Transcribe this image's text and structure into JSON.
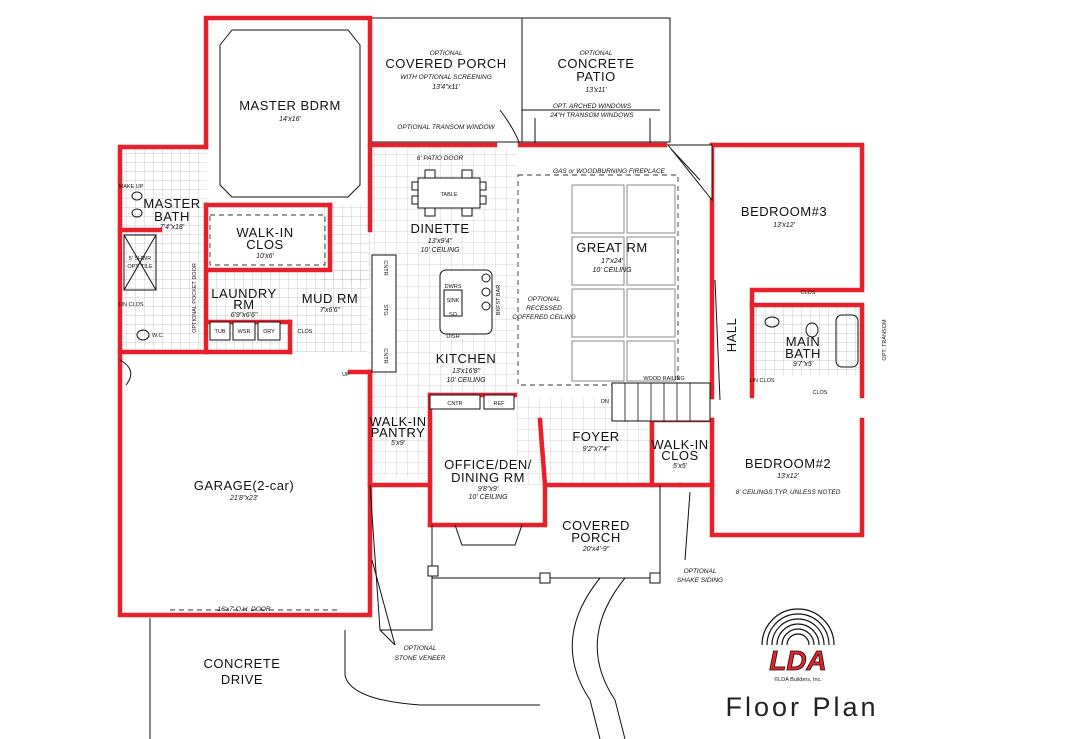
{
  "rooms": {
    "master_bdrm": {
      "name": "MASTER BDRM",
      "dim": "14'x16'"
    },
    "covered_porch_rear": {
      "opt": "OPTIONAL",
      "name": "COVERED PORCH",
      "note": "WITH OPTIONAL SCREENING",
      "dim": "13'4\"x11'"
    },
    "concrete_patio": {
      "opt": "OPTIONAL",
      "name1": "CONCRETE",
      "name2": "PATIO",
      "dim": "13'x11'"
    },
    "master_bath": {
      "name1": "MASTER",
      "name2": "BATH",
      "dim": "7'4\"x18'"
    },
    "walk_in_clos_master": {
      "name1": "WALK-IN",
      "name2": "CLOS",
      "dim": "10'x6'"
    },
    "dinette": {
      "name": "DINETTE",
      "dim": "13'x9'4\"",
      "ceiling": "10' CEILING"
    },
    "great_rm": {
      "name": "GREAT RM",
      "dim": "17'x24'",
      "ceiling": "10' CEILING"
    },
    "bedroom3": {
      "name": "BEDROOM#3",
      "dim": "13'x12'"
    },
    "laundry": {
      "name1": "LAUNDRY",
      "name2": "RM",
      "dim": "6'9\"x6'6\""
    },
    "mud_rm": {
      "name": "MUD RM",
      "dim": "7'x6'6\""
    },
    "kitchen": {
      "name": "KITCHEN",
      "dim": "13'x16'8\"",
      "ceiling": "10' CEILING"
    },
    "main_bath": {
      "name1": "MAIN",
      "name2": "BATH",
      "dim": "9'7\"x5'"
    },
    "walk_in_pantry": {
      "name1": "WALK-IN",
      "name2": "PANTRY",
      "dim": "5'x9'"
    },
    "foyer": {
      "name": "FOYER",
      "dim": "9'2\"x7'4\""
    },
    "walk_in_clos_foyer": {
      "name1": "WALK-IN",
      "name2": "CLOS",
      "dim": "5'x5'"
    },
    "garage": {
      "name": "GARAGE(2-car)",
      "dim": "21'8\"x23'"
    },
    "office": {
      "name1": "OFFICE/DEN/",
      "name2": "DINING RM",
      "dim": "9'8\"x9'",
      "ceiling": "10' CEILING"
    },
    "bedroom2": {
      "name": "BEDROOM#2",
      "dim": "13'x12'"
    },
    "covered_porch_front": {
      "name1": "COVERED",
      "name2": "PORCH",
      "dim": "20'x4'-9\""
    },
    "concrete_drive": {
      "name1": "CONCRETE",
      "name2": "DRIVE"
    }
  },
  "notes": {
    "transom_window": "OPTIONAL TRANSOM WINDOW",
    "arched_windows_1": "OPT. ARCHED WINDOWS",
    "arched_windows_2": "24\"H TRANSOM WINDOWS",
    "patio_door": "6' PATIO DOOR",
    "table": "TABLE",
    "fireplace": "GAS or WOODBURNING FIREPLACE",
    "make_up": "MAKE UP",
    "shower": "5' SHWR",
    "opt_tile": "OPT. TILE",
    "lin_clos": "LIN CLOS",
    "wc": "W.C.",
    "pocket_door": "OPTIONAL POCKET DOOR",
    "tub": "TUB",
    "wsr": "WSR",
    "dry": "DRY",
    "clos": "CLOS",
    "up": "UP",
    "cntr": "CNTR",
    "stg": "STG",
    "dwrs": "DWRS",
    "sink": "SINK",
    "so": "SO",
    "dish": "DISH",
    "bkfst_bar": "BKFST BAR",
    "coffered_1": "OPTIONAL",
    "coffered_2": "RECESSED",
    "coffered_3": "COFFERED CEILING",
    "hall": "HALL",
    "wood_railing": "WOOD RAILING",
    "dn": "DN",
    "ref": "REF",
    "opt_transom": "OPT. TRANSOM",
    "ceilings_typ": "8' CEILINGS TYP. UNLESS NOTED",
    "garage_door": "16'x7' O.H. DOOR",
    "stone_1": "OPTIONAL",
    "stone_2": "STONE VENEER",
    "shake_1": "OPTIONAL",
    "shake_2": "SHAKE SIDING"
  },
  "logo": {
    "text": "LDA",
    "caption": "©LDA Builders, Inc."
  },
  "title": "Floor Plan",
  "colors": {
    "wall": "#e8202a",
    "line": "#111111"
  }
}
